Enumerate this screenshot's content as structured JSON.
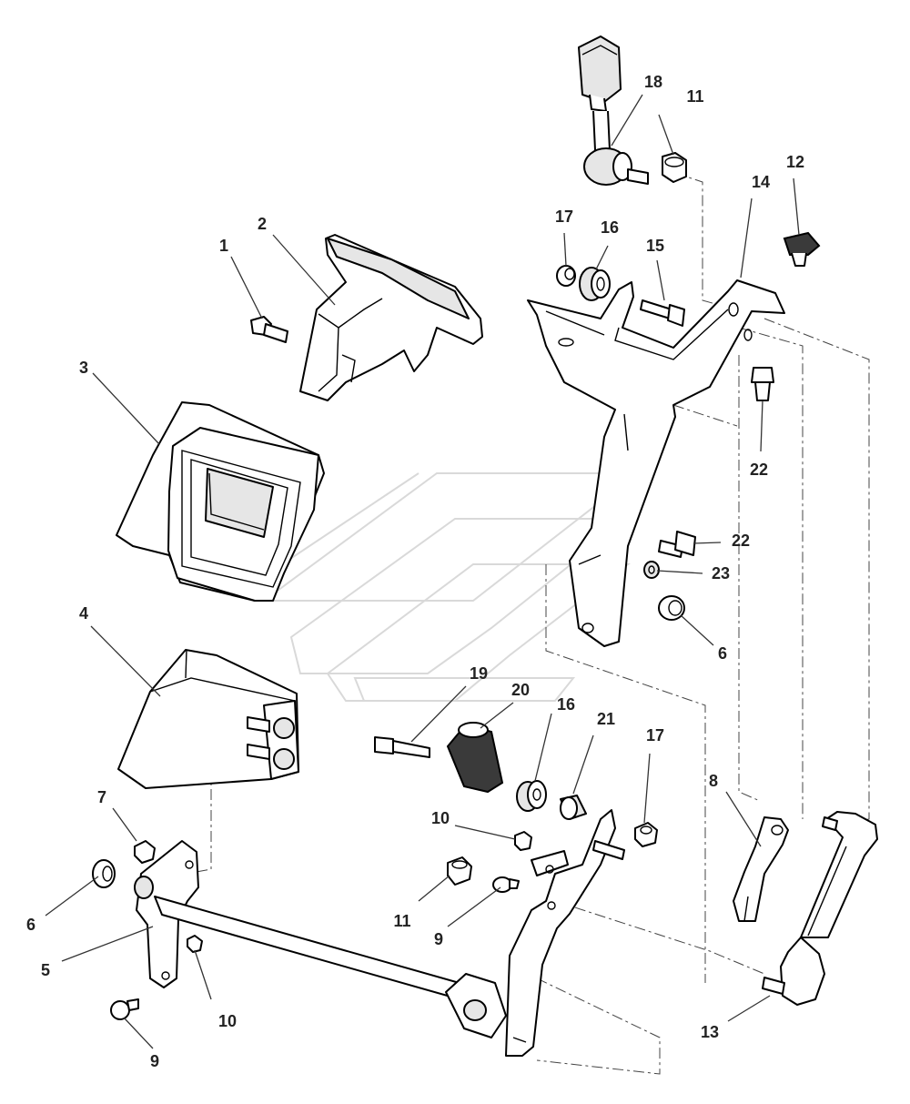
{
  "colors": {
    "line": "#000000",
    "label": "#222222",
    "watermark": "#d9d9d9",
    "background": "#ffffff"
  },
  "callouts": [
    {
      "id": "c1",
      "text": "1"
    },
    {
      "id": "c2",
      "text": "2"
    },
    {
      "id": "c3",
      "text": "3"
    },
    {
      "id": "c4",
      "text": "4"
    },
    {
      "id": "c5",
      "text": "5"
    },
    {
      "id": "c6a",
      "text": "6"
    },
    {
      "id": "c6b",
      "text": "6"
    },
    {
      "id": "c7",
      "text": "7"
    },
    {
      "id": "c8",
      "text": "8"
    },
    {
      "id": "c9a",
      "text": "9"
    },
    {
      "id": "c9b",
      "text": "9"
    },
    {
      "id": "c10a",
      "text": "10"
    },
    {
      "id": "c10b",
      "text": "10"
    },
    {
      "id": "c11a",
      "text": "11"
    },
    {
      "id": "c11b",
      "text": "11"
    },
    {
      "id": "c12",
      "text": "12"
    },
    {
      "id": "c13",
      "text": "13"
    },
    {
      "id": "c14",
      "text": "14"
    },
    {
      "id": "c15",
      "text": "15"
    },
    {
      "id": "c16a",
      "text": "16"
    },
    {
      "id": "c16b",
      "text": "16"
    },
    {
      "id": "c17a",
      "text": "17"
    },
    {
      "id": "c17b",
      "text": "17"
    },
    {
      "id": "c18",
      "text": "18"
    },
    {
      "id": "c19",
      "text": "19"
    },
    {
      "id": "c20",
      "text": "20"
    },
    {
      "id": "c21",
      "text": "21"
    },
    {
      "id": "c22a",
      "text": "22"
    },
    {
      "id": "c22b",
      "text": "22"
    },
    {
      "id": "c23",
      "text": "23"
    }
  ]
}
